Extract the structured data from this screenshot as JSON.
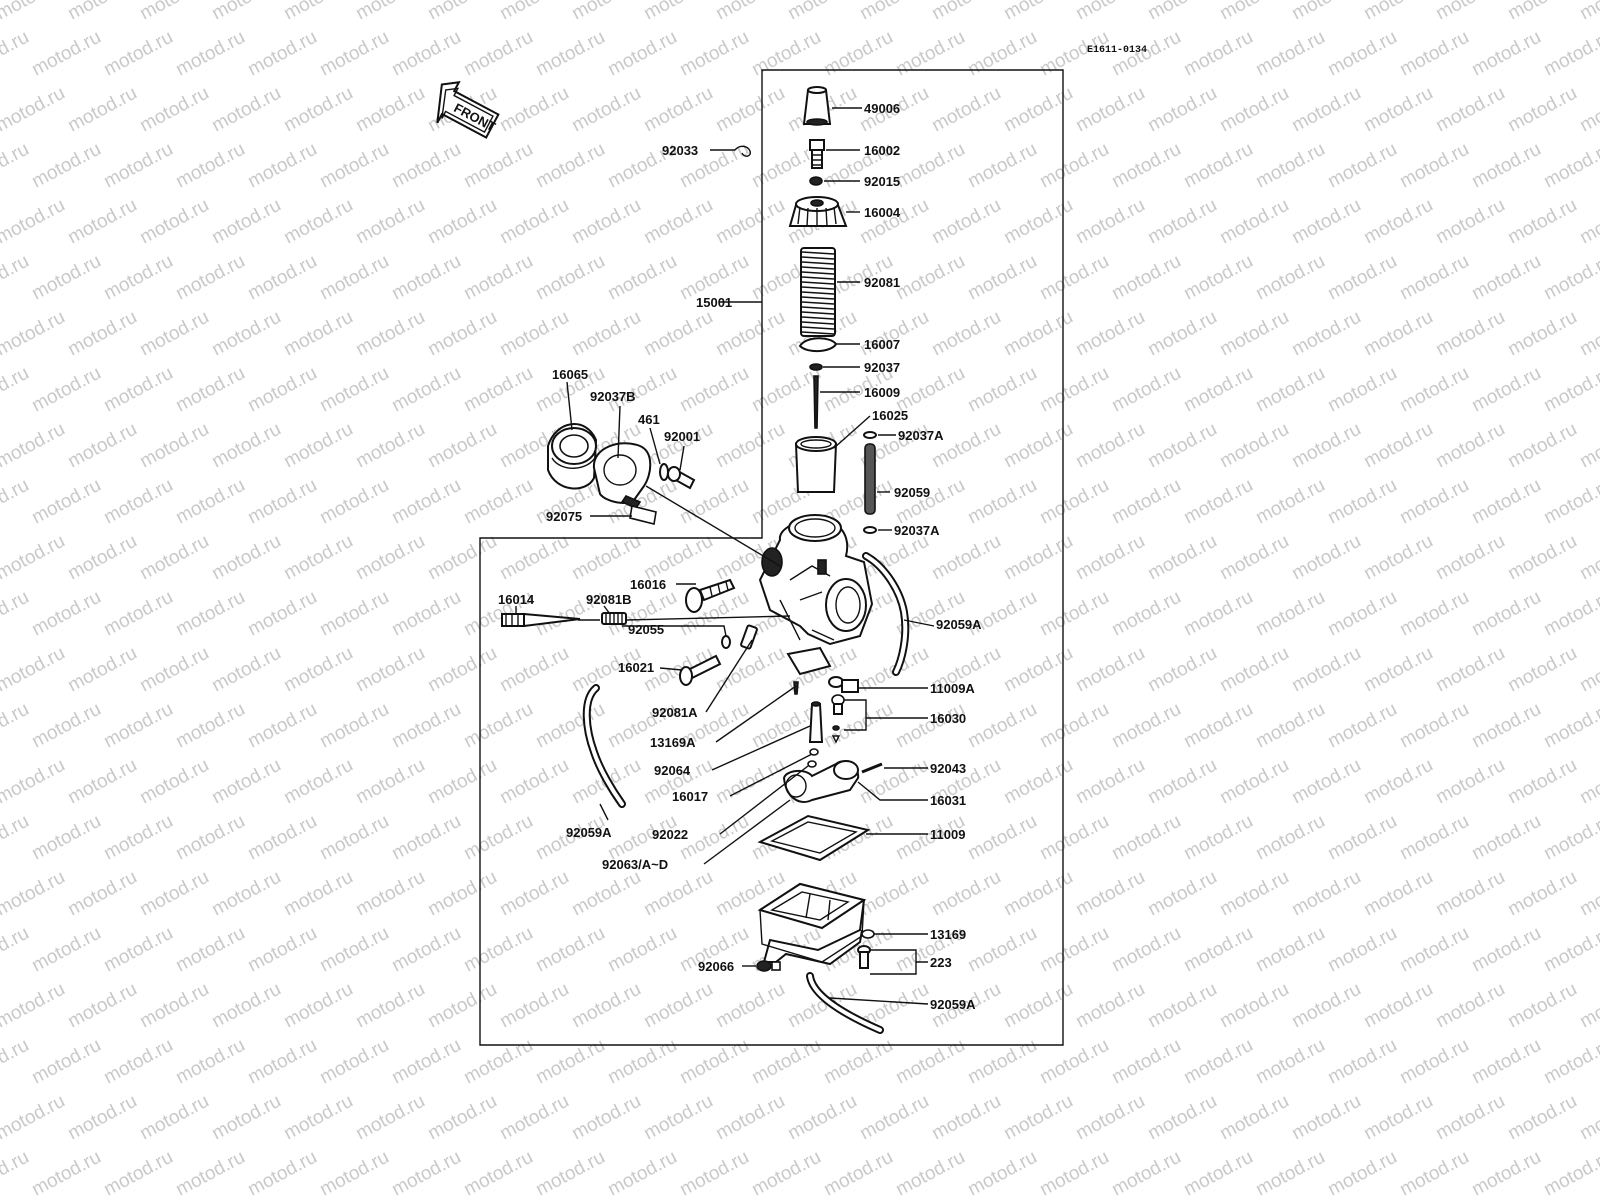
{
  "diagram_code": "E1611-0134",
  "front_label": "FRONT",
  "watermark": "motod.ru",
  "parts": {
    "p49006": "49006",
    "p16002": "16002",
    "p92033": "92033",
    "p92015": "92015",
    "p16004": "16004",
    "p92081": "92081",
    "p15001": "15001",
    "p16007": "16007",
    "p92037": "92037",
    "p16009": "16009",
    "p16025": "16025",
    "p92037A_1": "92037A",
    "p92059": "92059",
    "p92037A_2": "92037A",
    "p16065": "16065",
    "p92037B": "92037B",
    "p461": "461",
    "p92001": "92001",
    "p92075": "92075",
    "p16016": "16016",
    "p16014": "16014",
    "p92081B": "92081B",
    "p92055": "92055",
    "p92059A_1": "92059A",
    "p16021": "16021",
    "p11009A": "11009A",
    "p92081A": "92081A",
    "p16030": "16030",
    "p13169A": "13169A",
    "p92064": "92064",
    "p92043": "92043",
    "p16017": "16017",
    "p16031": "16031",
    "p92059A_2": "92059A",
    "p92022": "92022",
    "p11009": "11009",
    "p92063": "92063/A~D",
    "p13169": "13169",
    "p223": "223",
    "p92066": "92066",
    "p92059A_3": "92059A"
  }
}
